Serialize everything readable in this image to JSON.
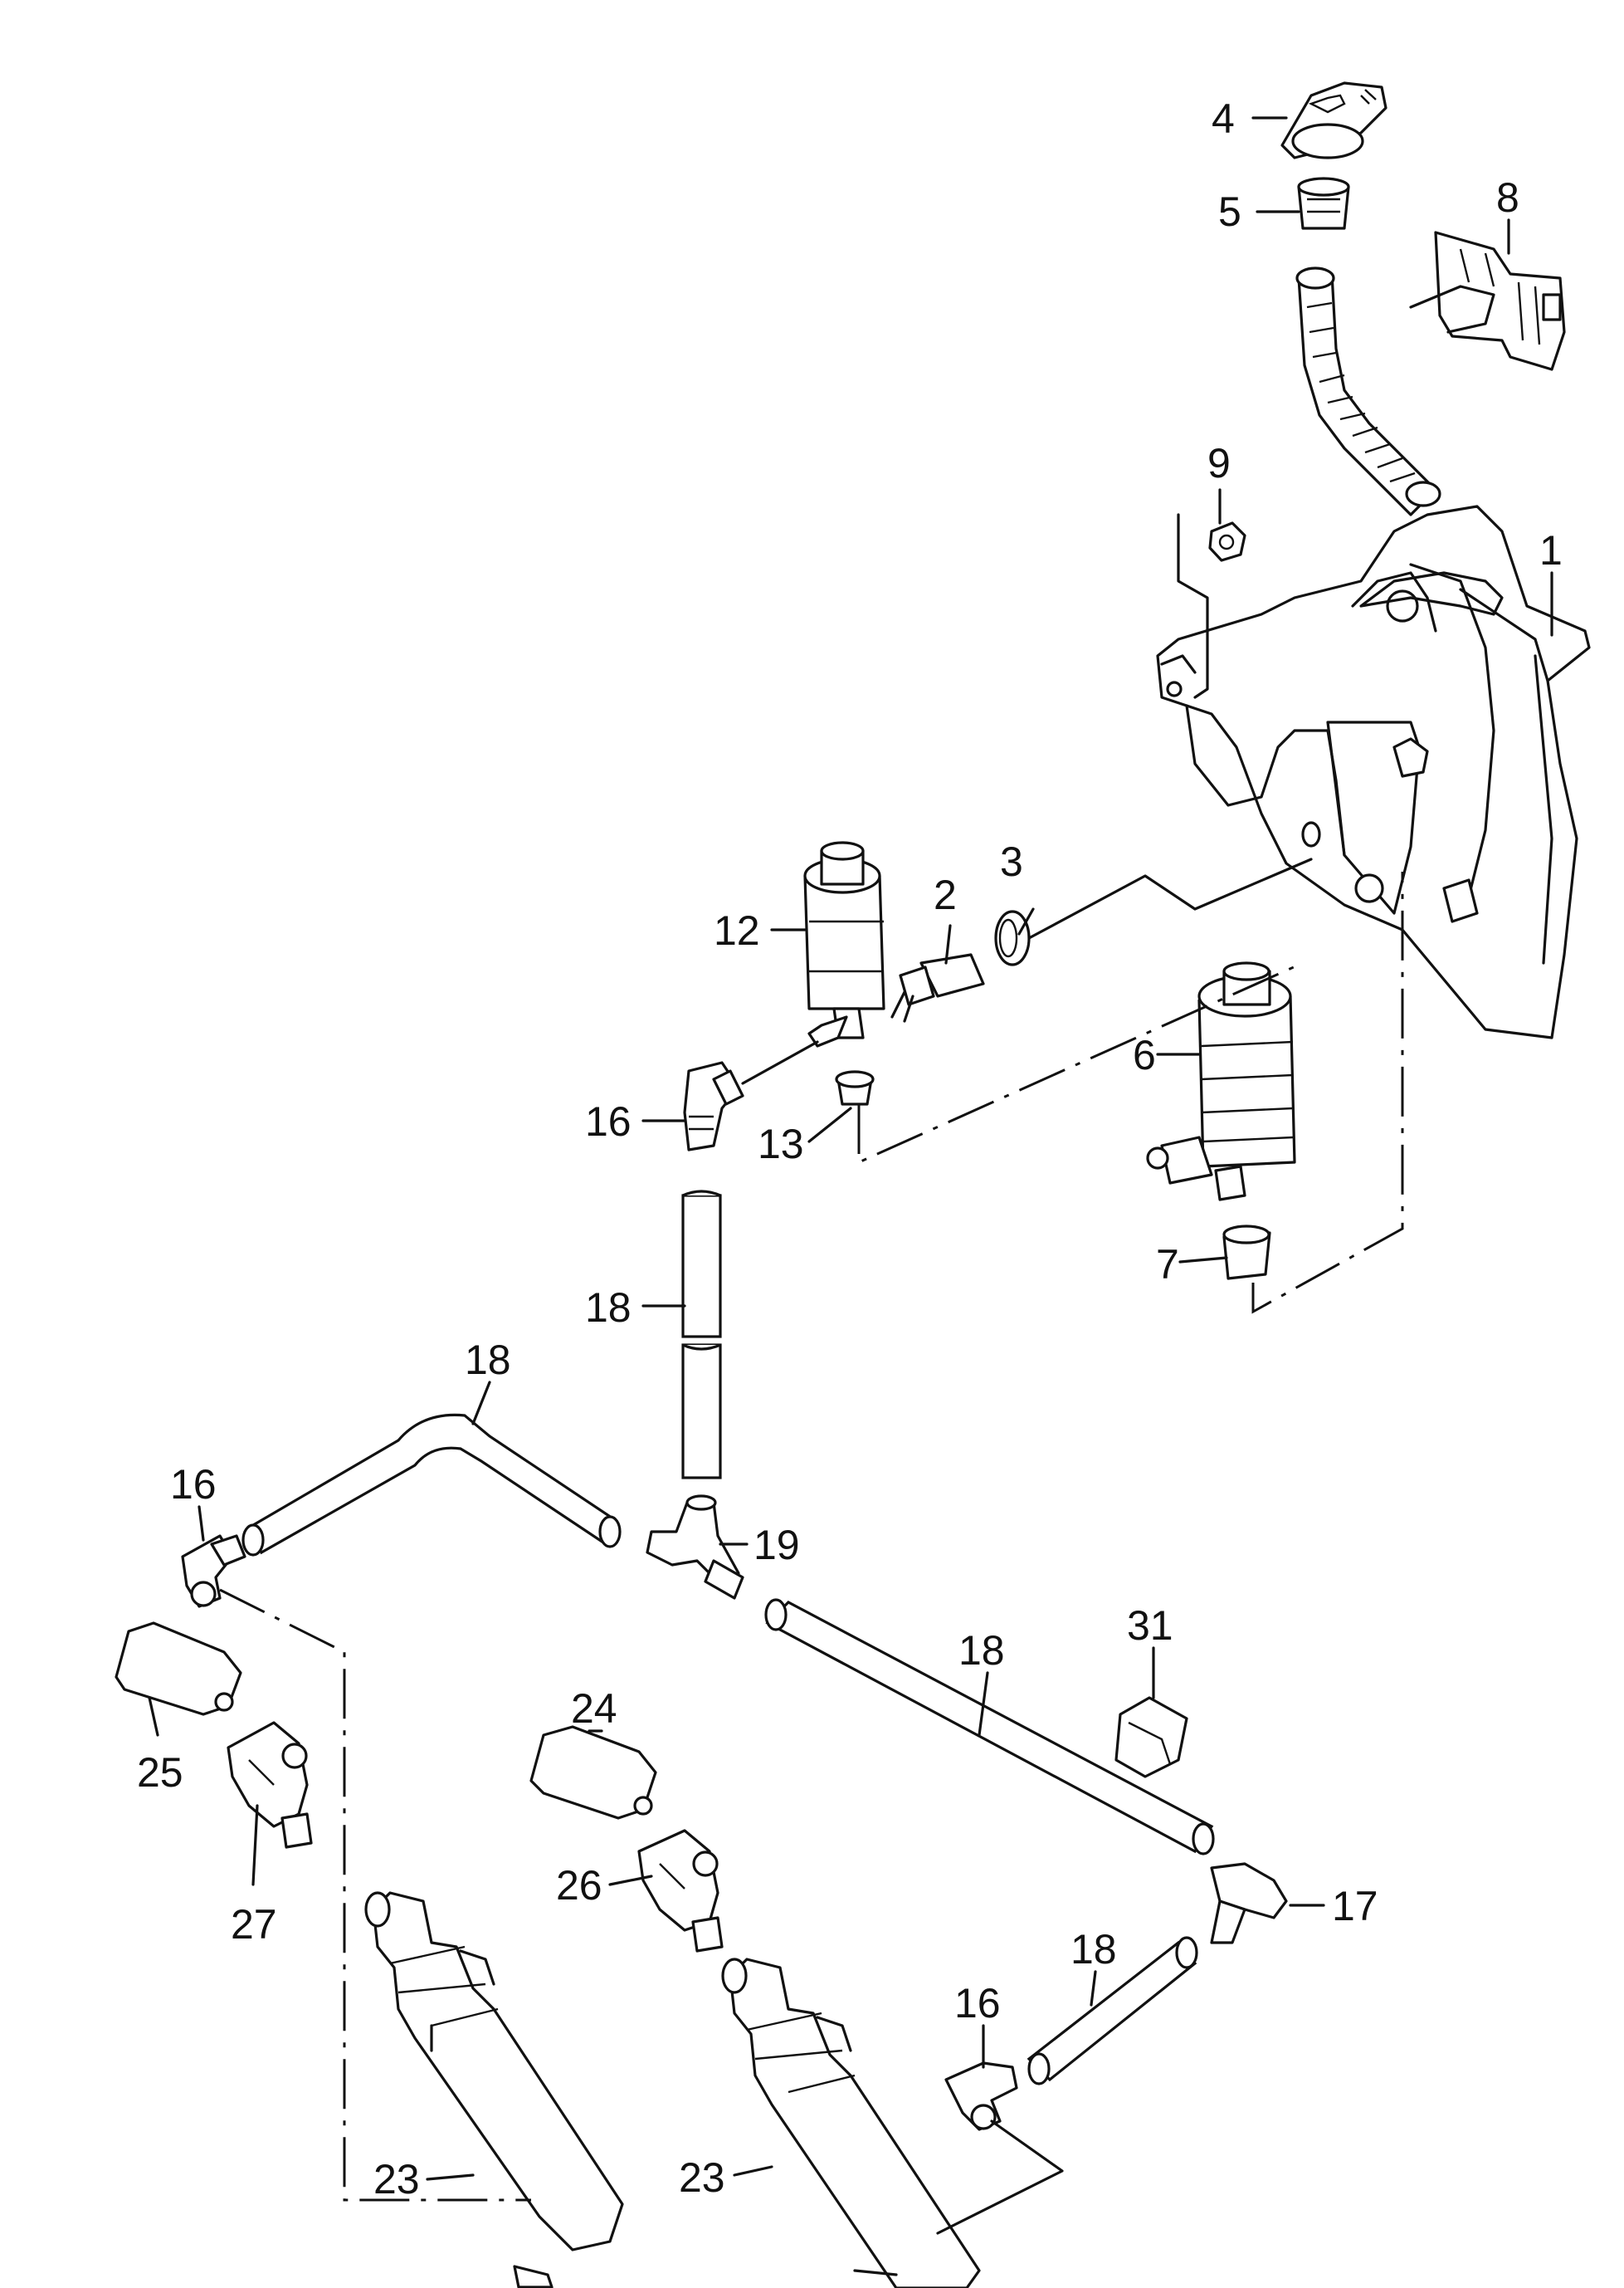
{
  "diagram": {
    "labels": {
      "c1": "1",
      "c2": "2",
      "c3": "3",
      "c4": "4",
      "c5": "5",
      "c6": "6",
      "c7": "7",
      "c8": "8",
      "c9": "9",
      "c12": "12",
      "c13": "13",
      "c16a": "16",
      "c16b": "16",
      "c16c": "16",
      "c17": "17",
      "c18a": "18",
      "c18b": "18",
      "c18c": "18",
      "c18d": "18",
      "c19": "19",
      "c23a": "23",
      "c23b": "23",
      "c24": "24",
      "c25": "25",
      "c26": "26",
      "c27": "27",
      "c31": "31"
    }
  }
}
